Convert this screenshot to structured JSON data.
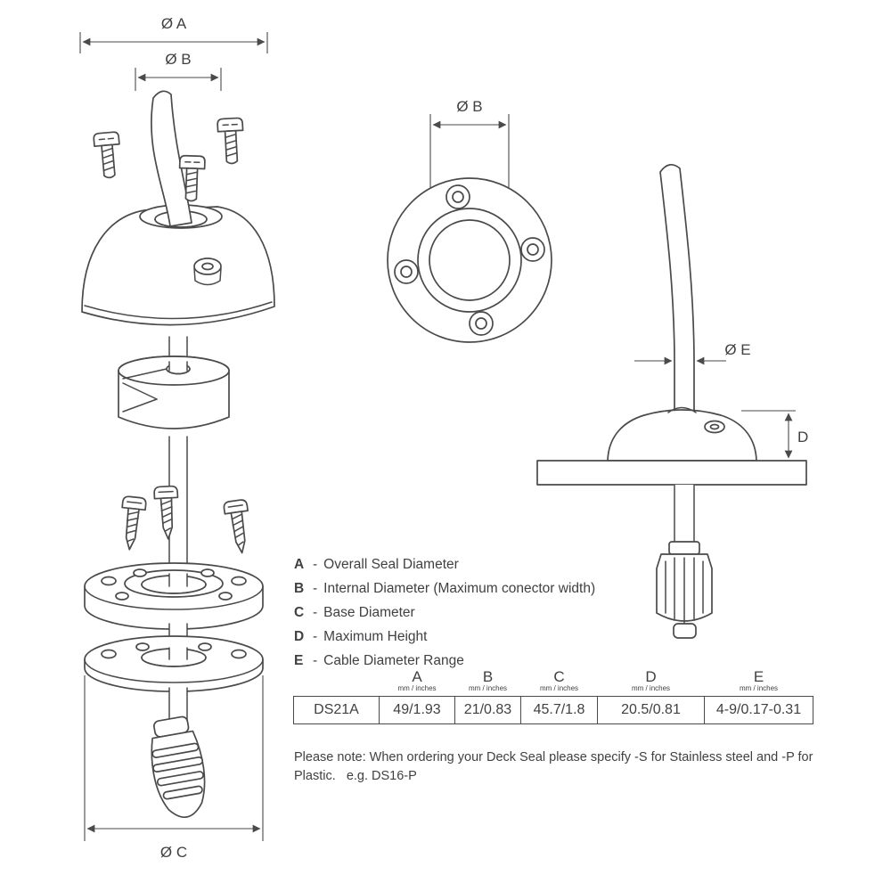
{
  "dimension_labels": {
    "overall_diameter": "Ø A",
    "internal_diameter": "Ø B",
    "internal_diameter_top": "Ø B",
    "base_diameter": "Ø C",
    "cable_diameter": "Ø E",
    "max_height": "D"
  },
  "legend": {
    "separator": "-",
    "items": [
      {
        "letter": "A",
        "text": "Overall Seal Diameter"
      },
      {
        "letter": "B",
        "text": "Internal Diameter (Maximum conector width)"
      },
      {
        "letter": "C",
        "text": "Base Diameter"
      },
      {
        "letter": "D",
        "text": "Maximum Height"
      },
      {
        "letter": "E",
        "text": "Cable Diameter Range"
      }
    ]
  },
  "table": {
    "model": "DS21A",
    "unit_label": "mm / inches",
    "columns": [
      {
        "letter": "A",
        "value": "49/1.93"
      },
      {
        "letter": "B",
        "value": "21/0.83"
      },
      {
        "letter": "C",
        "value": "45.7/1.8"
      },
      {
        "letter": "D",
        "value": "20.5/0.81"
      },
      {
        "letter": "E",
        "value": "4-9/0.17-0.31"
      }
    ]
  },
  "note": {
    "line1": "Please note: When ordering your Deck Seal please specify -S for Stainless steel and -P for",
    "line2": "Plastic.   e.g. DS16-P"
  }
}
